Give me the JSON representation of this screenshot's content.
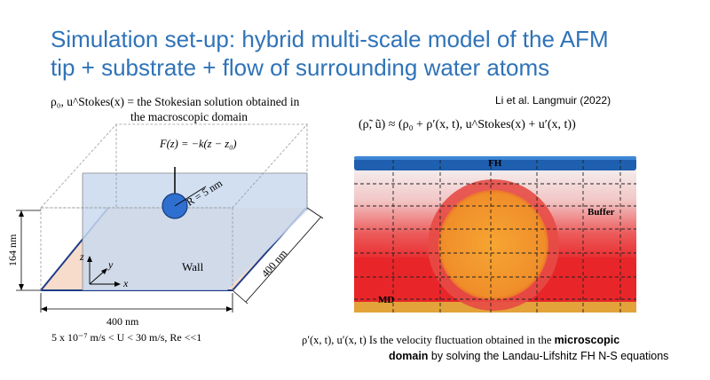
{
  "slide": {
    "title_line1": "Simulation set-up: hybrid multi-scale model of the AFM",
    "title_line2": "tip + substrate + flow of surrounding water atoms",
    "citation": "Li et al. Langmuir (2022)",
    "left_caption_line1": "ρ₀, u^Stokes(x) = the Stokesian solution obtained in",
    "left_caption_line2": "the macroscopic domain",
    "right_equation": "(ρ̃, ũ) ≈ (ρ₀ + ρ′(x, t), u^Stokes(x) + u′(x, t))",
    "bottom_left_text": "5 x 10⁻⁷ m/s < U < 30 m/s,  Re <<1",
    "bottom_right_prefix": "ρ′(x, t), u′(x, t) Is the velocity fluctuation obtained in the ",
    "bottom_right_bold1": "microscopic",
    "bottom_right_bold2": "domain",
    "bottom_right_suffix": "  by solving the Landau-Lifshitz FH N-S equations"
  },
  "diagram": {
    "force_label": "F(z) = −k(z − z₀)",
    "radius_label": "R = 5 nm",
    "wall_label": "Wall",
    "height_label": "164 nm",
    "depth_label": "400 nm",
    "width_label": "400 nm",
    "axis_z": "z",
    "axis_y": "y",
    "axis_x": "x"
  },
  "md_image": {
    "label_fh": "FH",
    "label_buffer": "Buffer",
    "label_md": "MD"
  },
  "colors": {
    "title": "#2f73b8",
    "stokes_box": "#c9d9ee",
    "wall": "#f8dccb",
    "md_red": "#e8262a",
    "md_orange": "#f39a2b",
    "fh_blue": "#1f5fb0"
  }
}
